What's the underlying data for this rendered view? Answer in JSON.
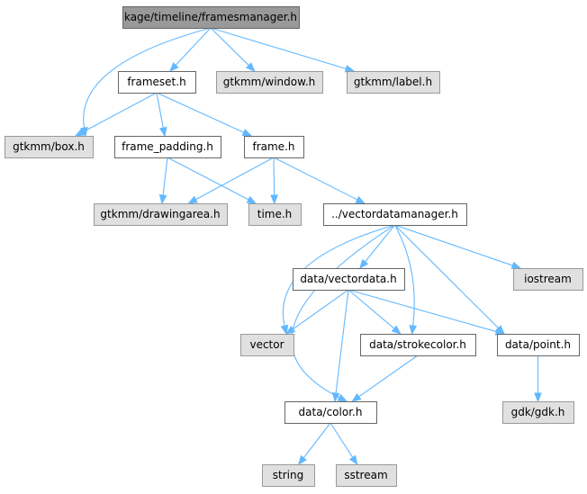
{
  "colors": {
    "focus_fill": "#999999",
    "focus_border": "#666666",
    "documented_fill": "#ffffff",
    "documented_border": "#666666",
    "external_fill": "#e0e0e0",
    "external_border": "#999999",
    "edge": "#63b8ff"
  },
  "nodes": {
    "framesmanager": {
      "label": "kage/timeline/framesmanager.h",
      "kind": "focus"
    },
    "frameset": {
      "label": "frameset.h",
      "kind": "documented"
    },
    "gtkmm_window": {
      "label": "gtkmm/window.h",
      "kind": "external"
    },
    "gtkmm_label": {
      "label": "gtkmm/label.h",
      "kind": "external"
    },
    "gtkmm_box": {
      "label": "gtkmm/box.h",
      "kind": "external"
    },
    "frame_padding": {
      "label": "frame_padding.h",
      "kind": "documented"
    },
    "frame": {
      "label": "frame.h",
      "kind": "documented"
    },
    "gtkmm_drawingarea": {
      "label": "gtkmm/drawingarea.h",
      "kind": "external"
    },
    "time": {
      "label": "time.h",
      "kind": "external"
    },
    "vectordatamanager": {
      "label": "../vectordatamanager.h",
      "kind": "documented"
    },
    "data_vectordata": {
      "label": "data/vectordata.h",
      "kind": "documented"
    },
    "iostream": {
      "label": "iostream",
      "kind": "external"
    },
    "vector": {
      "label": "vector",
      "kind": "external"
    },
    "data_strokecolor": {
      "label": "data/strokecolor.h",
      "kind": "documented"
    },
    "data_point": {
      "label": "data/point.h",
      "kind": "documented"
    },
    "data_color": {
      "label": "data/color.h",
      "kind": "documented"
    },
    "gdk_gdk": {
      "label": "gdk/gdk.h",
      "kind": "external"
    },
    "string": {
      "label": "string",
      "kind": "external"
    },
    "sstream": {
      "label": "sstream",
      "kind": "external"
    }
  },
  "edges": [
    [
      "framesmanager",
      "frameset"
    ],
    [
      "framesmanager",
      "gtkmm_window"
    ],
    [
      "framesmanager",
      "gtkmm_label"
    ],
    [
      "framesmanager",
      "gtkmm_box"
    ],
    [
      "frameset",
      "gtkmm_box"
    ],
    [
      "frameset",
      "frame_padding"
    ],
    [
      "frameset",
      "frame"
    ],
    [
      "frame_padding",
      "gtkmm_drawingarea"
    ],
    [
      "frame_padding",
      "time"
    ],
    [
      "frame",
      "gtkmm_drawingarea"
    ],
    [
      "frame",
      "time"
    ],
    [
      "frame",
      "vectordatamanager"
    ],
    [
      "vectordatamanager",
      "data_vectordata"
    ],
    [
      "vectordatamanager",
      "iostream"
    ],
    [
      "vectordatamanager",
      "vector"
    ],
    [
      "vectordatamanager",
      "data_strokecolor"
    ],
    [
      "vectordatamanager",
      "data_point"
    ],
    [
      "vectordatamanager",
      "data_color"
    ],
    [
      "data_vectordata",
      "vector"
    ],
    [
      "data_vectordata",
      "data_strokecolor"
    ],
    [
      "data_vectordata",
      "data_point"
    ],
    [
      "data_vectordata",
      "data_color"
    ],
    [
      "data_strokecolor",
      "data_color"
    ],
    [
      "data_point",
      "gdk_gdk"
    ],
    [
      "data_color",
      "string"
    ],
    [
      "data_color",
      "sstream"
    ]
  ]
}
